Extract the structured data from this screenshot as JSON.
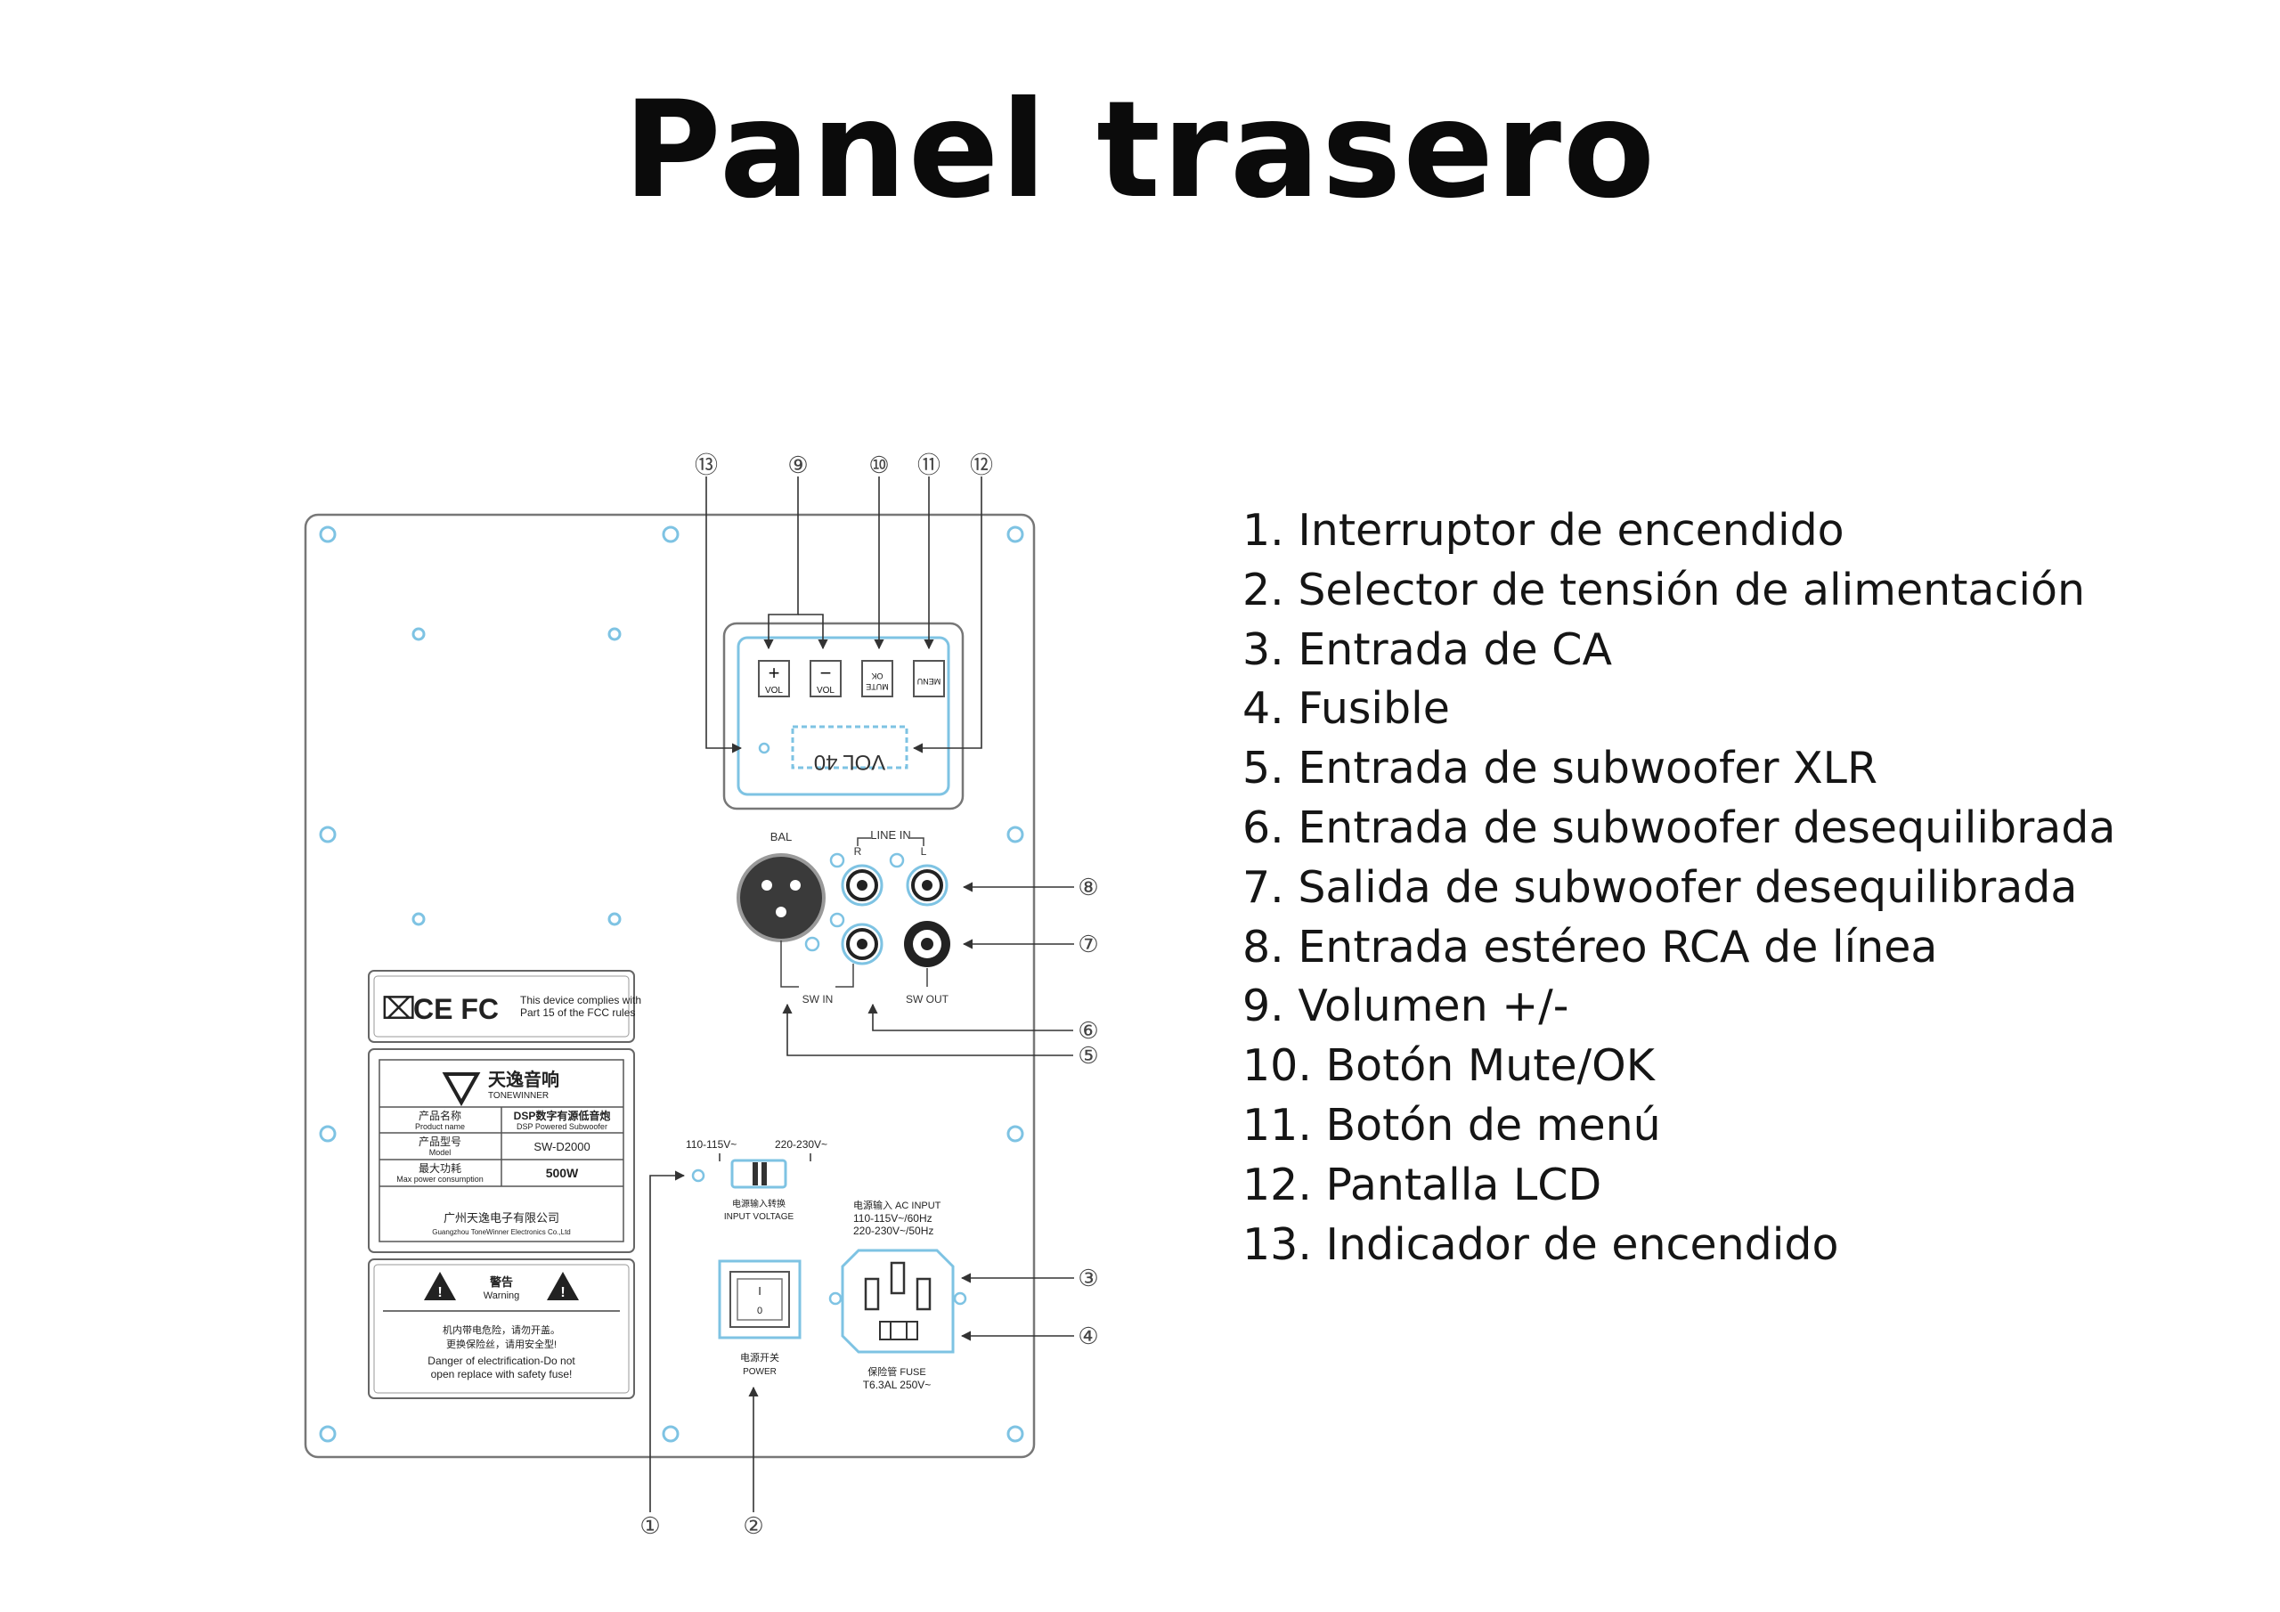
{
  "title": "Panel trasero",
  "colors": {
    "accent": "#7ec3e3",
    "line": "#6f6f6f",
    "text": "#111111",
    "background": "#ffffff"
  },
  "legend": [
    "1. Interruptor de encendido",
    "2. Selector de tensión de alimentación",
    "3. Entrada de CA",
    "4. Fusible",
    "5. Entrada de subwoofer XLR",
    "6. Entrada de subwoofer desequilibrada",
    "7. Salida de subwoofer desequilibrada",
    "8. Entrada estéreo RCA de línea",
    "9. Volumen +/-",
    "10. Botón Mute/OK",
    "11. Botón de menú",
    "12. Pantalla LCD",
    "13. Indicador de encendido"
  ],
  "callouts": [
    "①",
    "②",
    "③",
    "④",
    "⑤",
    "⑥",
    "⑦",
    "⑧",
    "⑨",
    "⑩",
    "⑪",
    "⑫",
    "⑬"
  ],
  "panel": {
    "buttons": [
      "VOL",
      "VOL",
      "MUTE",
      "OK",
      "MENU"
    ],
    "button_symbols": [
      "+",
      "−"
    ],
    "lcd_text": "VOL 40",
    "bal_label": "BAL",
    "line_in_label": "LINE IN",
    "r_label": "R",
    "l_label": "L",
    "sw_in_label": "SW IN",
    "sw_out_label": "SW OUT",
    "fcc_text_1": "This device complies with",
    "fcc_text_2": "Part 15 of the FCC rules",
    "ce_fc": "CE FC",
    "brand_cn": "天逸音响",
    "brand_en": "TONEWINNER",
    "product_name_cn": "产品名称",
    "product_name_en": "Product name",
    "product_value_cn": "DSP数字有源低音炮",
    "product_value_en": "DSP Powered Subwoofer",
    "model_cn": "产品型号",
    "model_en": "Model",
    "model_value": "SW-D2000",
    "power_cn": "最大功耗",
    "power_en": "Max power consumption",
    "power_value": "500W",
    "company_cn": "广州天逸电子有限公司",
    "company_en": "Guangzhou ToneWinner Electronics Co.,Ltd",
    "warning_cn": "警告",
    "warning_en": "Warning",
    "warning_text_cn_1": "机内带电危险，请勿开盖。",
    "warning_text_cn_2": "更换保险丝，请用安全型!",
    "warning_text_en_1": "Danger of electrification-Do not",
    "warning_text_en_2": "open replace with safety fuse!",
    "volt_low": "110-115V~",
    "volt_high": "220-230V~",
    "voltage_cn": "电源输入转换",
    "voltage_en": "INPUT VOLTAGE",
    "ac_input_header": "电源输入 AC INPUT",
    "ac_input_line1": "110-115V~/60Hz",
    "ac_input_line2": "220-230V~/50Hz",
    "switch_on": "I",
    "switch_off": "0",
    "power_label_cn": "电源开关",
    "power_label_en": "POWER",
    "fuse_label_cn": "保险管 FUSE",
    "fuse_rating": "T6.3AL 250V~"
  }
}
